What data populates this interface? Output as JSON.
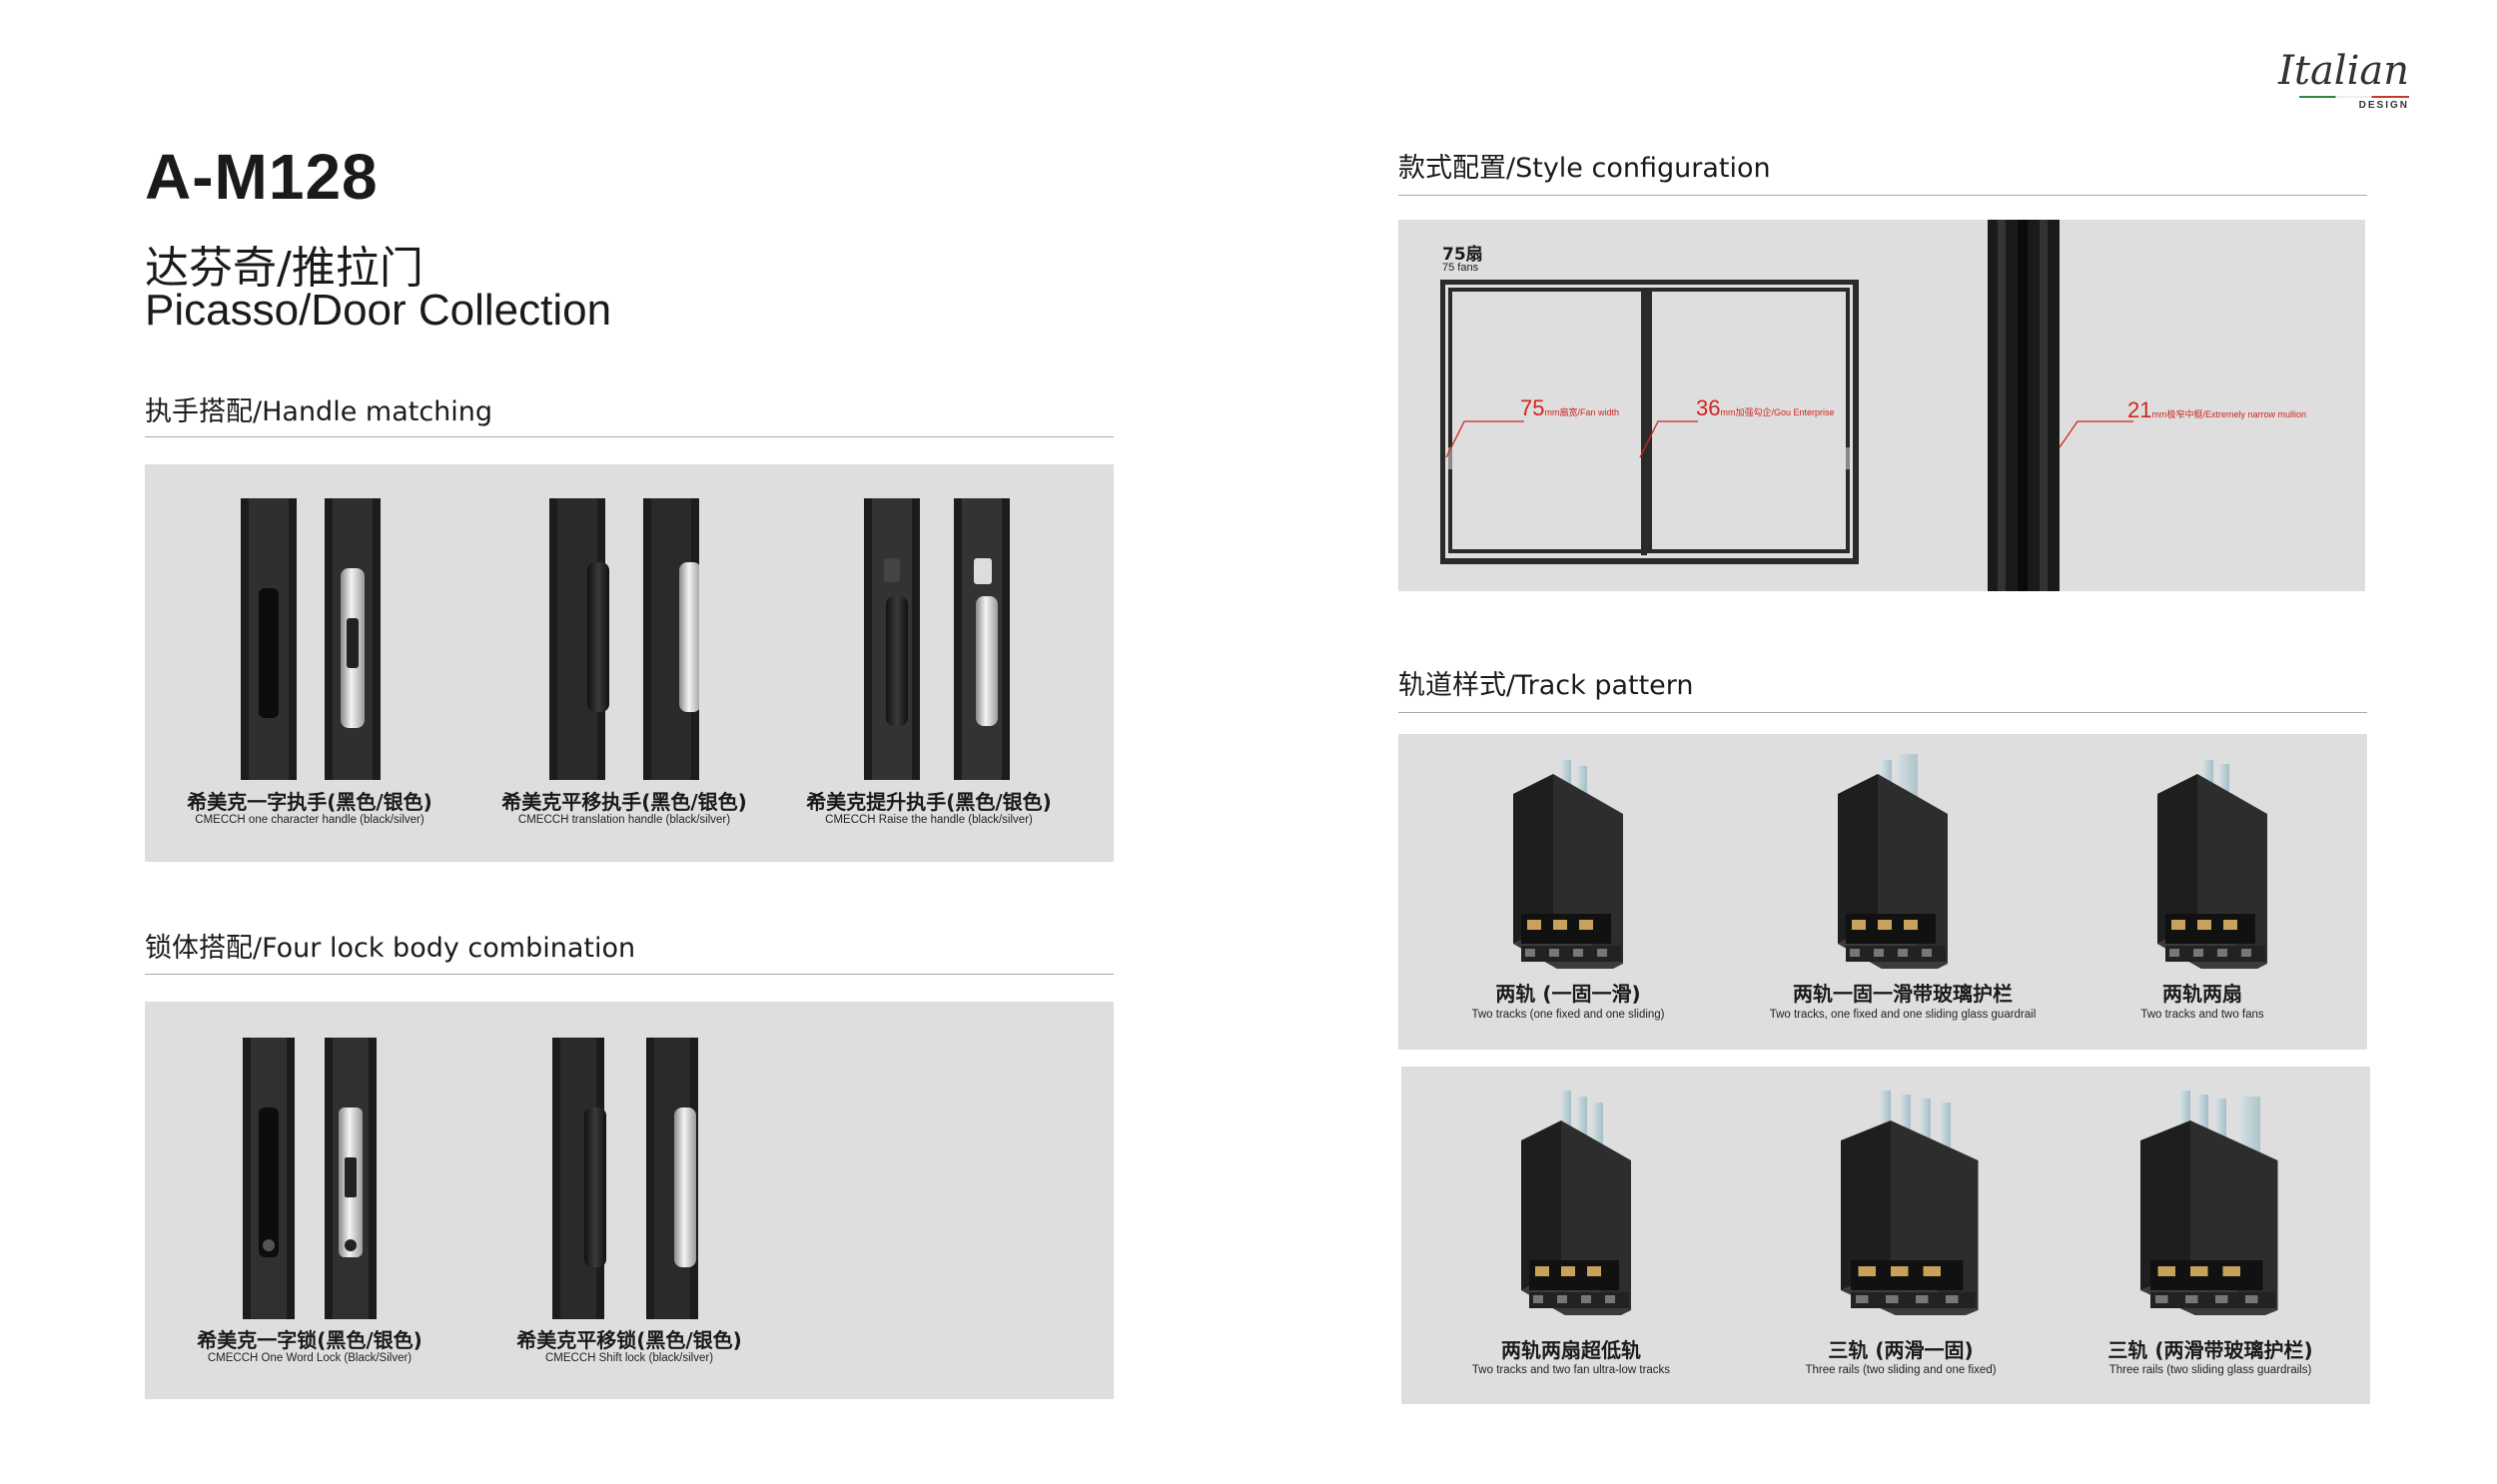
{
  "logo": {
    "script": "Italian",
    "sub": "DESIGN"
  },
  "header": {
    "model": "A-M128",
    "cn_title": "达芬奇/推拉门",
    "en_title": "Picasso/Door Collection"
  },
  "handles": {
    "title": "执手搭配/Handle matching",
    "items": [
      {
        "cn": "希美克一字执手(黑色/银色)",
        "en": "CMECCH one character handle (black/silver)"
      },
      {
        "cn": "希美克平移执手(黑色/银色)",
        "en": "CMECCH translation handle (black/silver)"
      },
      {
        "cn": "希美克提升执手(黑色/银色)",
        "en": "CMECCH Raise the handle (black/silver)"
      }
    ]
  },
  "locks": {
    "title": "锁体搭配/Four lock body combination",
    "items": [
      {
        "cn": "希美克一字锁(黑色/银色)",
        "en": "CMECCH One Word Lock (Black/Silver)"
      },
      {
        "cn": "希美克平移锁(黑色/银色)",
        "en": "CMECCH Shift lock (black/silver)"
      }
    ]
  },
  "style": {
    "title": "款式配置/Style configuration",
    "fan_cn": "75扇",
    "fan_en": "75 fans",
    "dims": [
      {
        "num": "75",
        "unit": "mm",
        "cn": "扇宽",
        "en": "/Fan width"
      },
      {
        "num": "36",
        "unit": "mm",
        "cn": "加强勾企",
        "en": "/Gou Enterprise"
      },
      {
        "num": "21",
        "unit": "mm",
        "cn": "极窄中梃",
        "en": "/Extremely narrow mullion"
      }
    ]
  },
  "tracks": {
    "title": "轨道样式/Track pattern",
    "row1": [
      {
        "cn": "两轨 (一固一滑)",
        "en": "Two tracks (one fixed and one sliding)"
      },
      {
        "cn": "两轨一固一滑带玻璃护栏",
        "en": "Two tracks, one fixed and one sliding glass guardrail"
      },
      {
        "cn": "两轨两扇",
        "en": "Two tracks and two fans"
      }
    ],
    "row2": [
      {
        "cn": "两轨两扇超低轨",
        "en": "Two tracks and two fan ultra-low tracks"
      },
      {
        "cn": "三轨 (两滑一固)",
        "en": "Three rails (two sliding and one fixed)"
      },
      {
        "cn": "三轨 (两滑带玻璃护栏)",
        "en": "Three rails (two sliding glass guardrails)"
      }
    ]
  },
  "colors": {
    "panel": "#dedede",
    "dimension_red": "#d2231f",
    "frame_dark": "#2a2a2a"
  }
}
